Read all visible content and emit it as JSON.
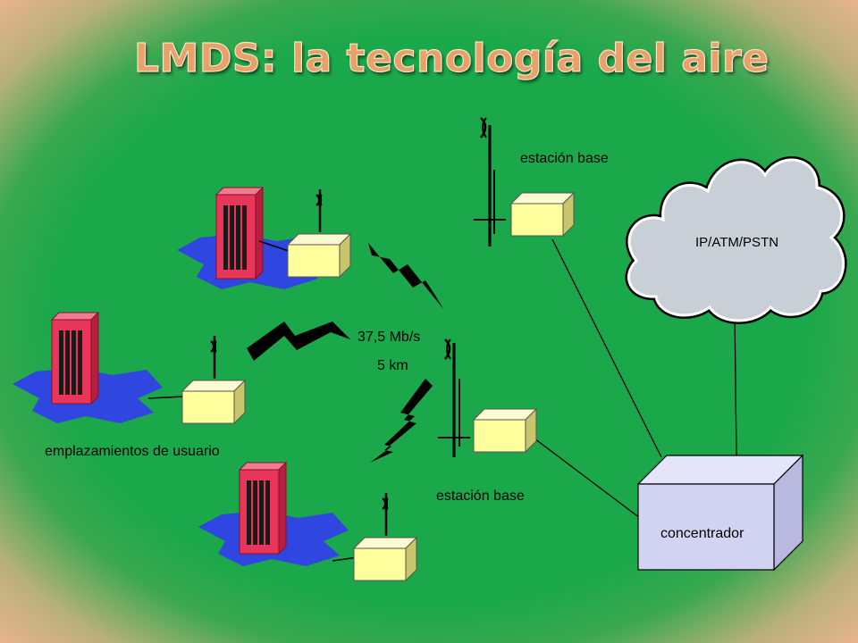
{
  "title": "LMDS: la tecnología del aire",
  "labels": {
    "base_station_top": "estación base",
    "base_station_bottom": "estación base",
    "network_cloud": "IP/ATM/PSTN",
    "link_rate": "37,5 Mb/s",
    "link_distance": "5 km",
    "user_sites": "emplazamientos de usuario",
    "concentrator": "concentrador"
  },
  "colors": {
    "background": "#1aa84a",
    "border": "#e8b48e",
    "title": "#e9a16a",
    "building": "#e8365a",
    "ground": "#2f46e0",
    "box": "#ffff9e",
    "cloud": "#c8cfd6",
    "concentrator": "#d2d2f2"
  },
  "icons": {
    "building": "building-icon",
    "antenna": "antenna-icon",
    "radio_link": "lightning-icon",
    "network": "cloud-icon",
    "transceiver": "transceiver-box-icon",
    "concentrator": "server-cube-icon"
  }
}
